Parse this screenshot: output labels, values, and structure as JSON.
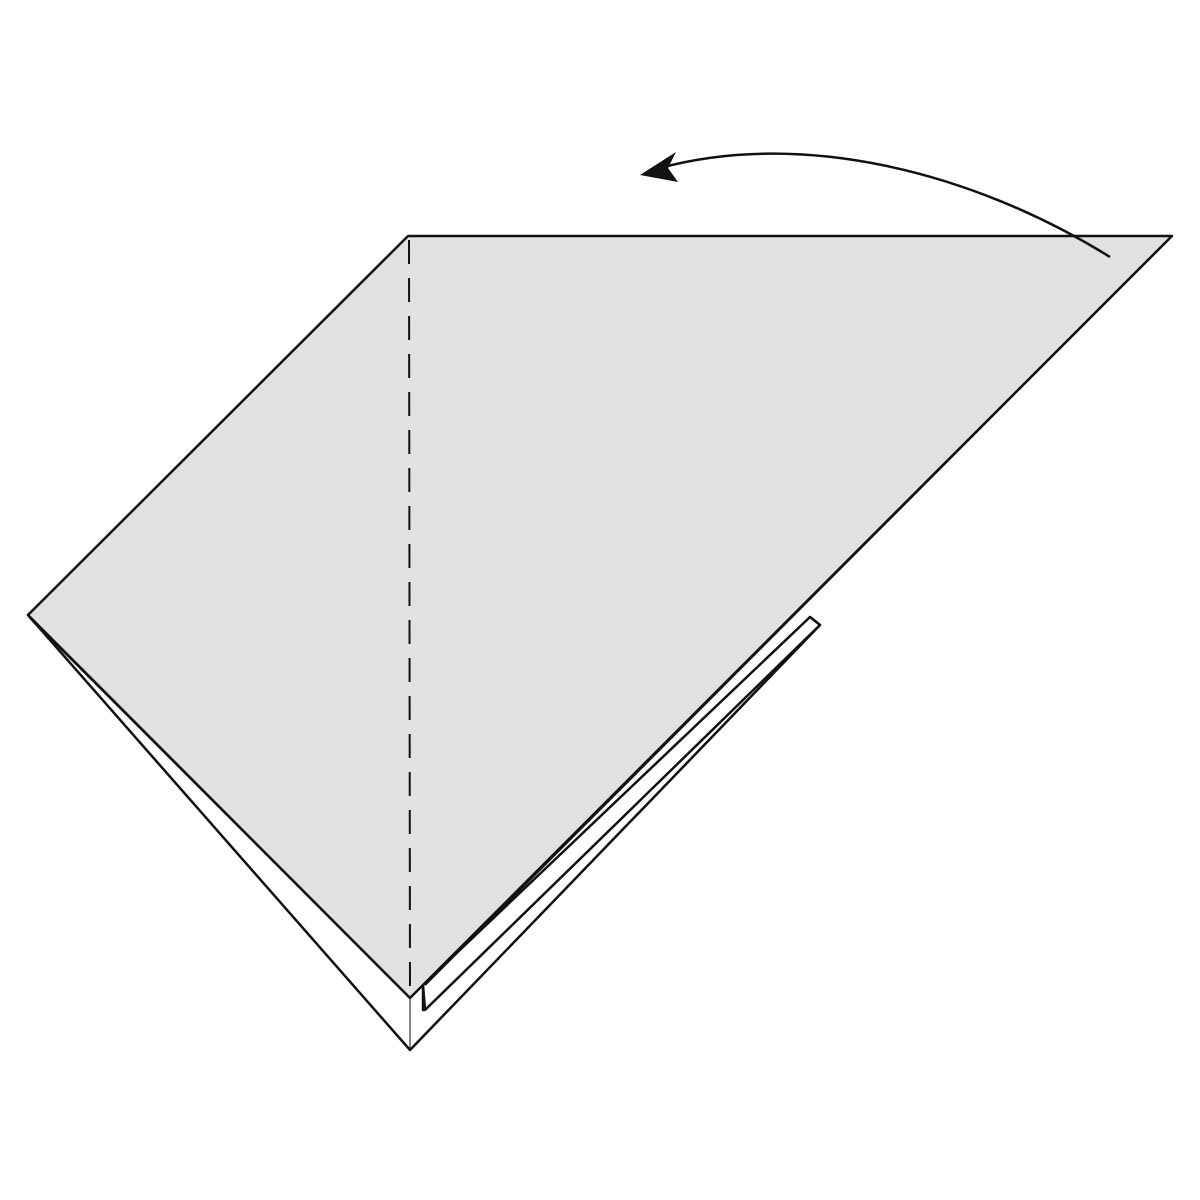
{
  "diagram": {
    "kind": "origami fold step",
    "instruction_text": "",
    "colors": {
      "background": "#ffffff",
      "paper_front": "#e1e1e1",
      "paper_back": "#ffffff",
      "stroke": "#111111"
    },
    "elements": [
      {
        "id": "back-layer",
        "role": "bottom paper layer (white)"
      },
      {
        "id": "middle-flap",
        "role": "inner flap peeking out"
      },
      {
        "id": "front-flap",
        "role": "large gray front flap"
      },
      {
        "id": "valley-fold-line",
        "role": "dashed vertical fold guide",
        "style": "dashed"
      },
      {
        "id": "fold-arrow",
        "role": "curved arrow showing flap rotation",
        "direction": "right-to-left"
      }
    ]
  }
}
